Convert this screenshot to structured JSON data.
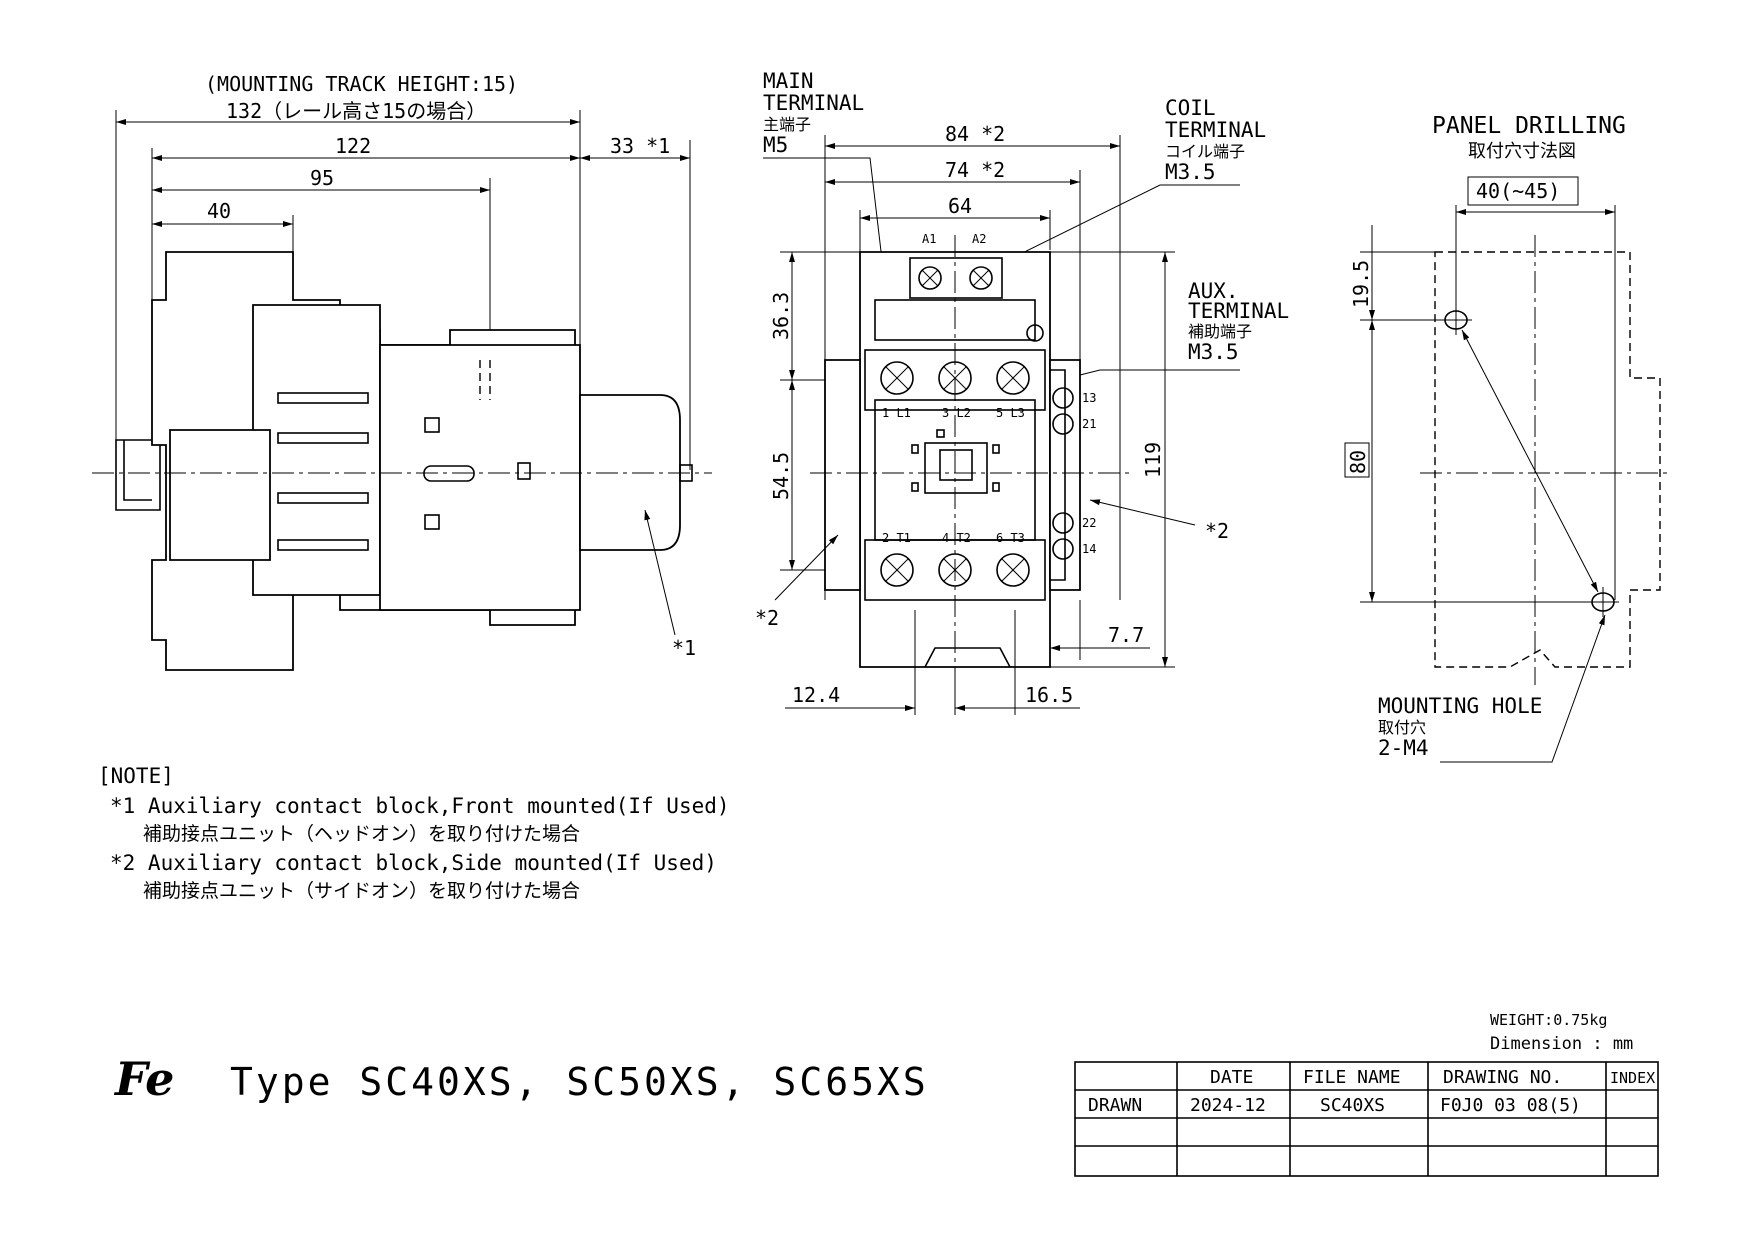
{
  "side_view": {
    "track_note": "(MOUNTING TRACK HEIGHT:15)",
    "dim_132": "132（レール高さ15の場合）",
    "dim_122": "122",
    "dim_95": "95",
    "dim_40": "40",
    "dim_33": "33 *1",
    "star1": "*1"
  },
  "front_view": {
    "main_terminal_en": "MAIN\nTERMINAL",
    "main_terminal_line1": "MAIN",
    "main_terminal_line2": "TERMINAL",
    "main_terminal_jp": "主端子",
    "main_terminal_size": "M5",
    "coil_terminal_line1": "COIL",
    "coil_terminal_line2": "TERMINAL",
    "coil_terminal_jp": "コイル端子",
    "coil_terminal_size": "M3.5",
    "aux_terminal_line1": "AUX.",
    "aux_terminal_line2": "TERMINAL",
    "aux_terminal_jp": "補助端子",
    "aux_terminal_size": "M3.5",
    "dim_84": "84 *2",
    "dim_74": "74 *2",
    "dim_64": "64",
    "dim_36_3": "36.3",
    "dim_54_5": "54.5",
    "dim_119": "119",
    "dim_7_7": "7.7",
    "dim_12_4": "12.4",
    "dim_16_5": "16.5",
    "star2_left": "*2",
    "star2_right": "*2",
    "coil_a1": "A1",
    "coil_a2": "A2",
    "t_1l1": "1 L1",
    "t_3l2": "3 L2",
    "t_5l3": "5 L3",
    "t_2t1": "2 T1",
    "t_4t2": "4 T2",
    "t_6t3": "6 T3",
    "aux_13": "13",
    "aux_21": "21",
    "aux_22": "22",
    "aux_14": "14"
  },
  "panel_drilling": {
    "title": "PANEL DRILLING",
    "title_jp": "取付穴寸法図",
    "dim_width": "40(~45)",
    "dim_19_5": "19.5",
    "dim_80": "80",
    "hole_line1": "MOUNTING HOLE",
    "hole_jp": "取付穴",
    "hole_size": "2-M4"
  },
  "notes": {
    "heading": "[NOTE]",
    "n1_en": "*1 Auxiliary contact block,Front mounted(If Used)",
    "n1_jp": "補助接点ユニット（ヘッドオン）を取り付けた場合",
    "n2_en": "*2 Auxiliary contact block,Side mounted(If Used)",
    "n2_jp": "補助接点ユニット（サイドオン）を取り付けた場合"
  },
  "title_block": {
    "logo": "Fe",
    "type_text": "Type SC40XS, SC50XS, SC65XS",
    "weight": "WEIGHT:0.75kg",
    "dimension": "Dimension : mm",
    "headers": [
      "DATE",
      "FILE NAME",
      "DRAWING NO.",
      "INDEX"
    ],
    "row_label": "DRAWN",
    "date": "2024-12",
    "file_name": "SC40XS",
    "drawing_no": "F0J0 03 08(5)",
    "index": ""
  }
}
